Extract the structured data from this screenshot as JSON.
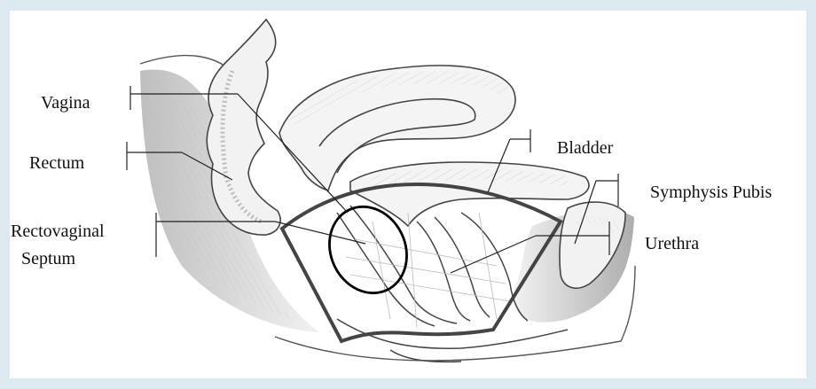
{
  "labels": {
    "vagina": "Vagina",
    "rectum": "Rectum",
    "rectovaginal_line1": "Rectovaginal",
    "rectovaginal_line2": "Septum",
    "bladder": "Bladder",
    "symphysis_pubis": "Symphysis Pubis",
    "urethra": "Urethra"
  }
}
